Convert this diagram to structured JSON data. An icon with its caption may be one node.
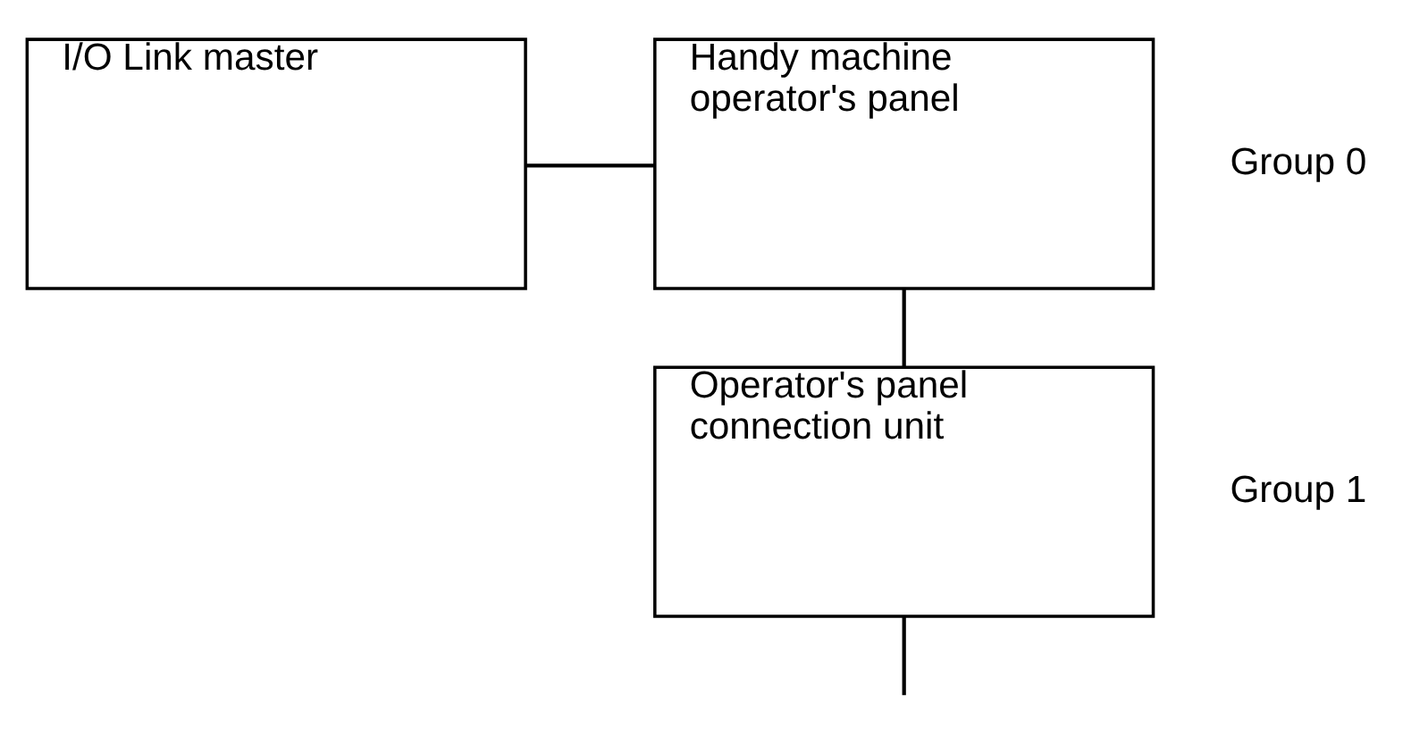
{
  "diagram": {
    "nodes": [
      {
        "text": [
          "I/O Link master"
        ]
      },
      {
        "text": [
          "Handy machine operator's panel"
        ],
        "beside": [
          "Group 0"
        ]
      },
      {
        "text": [
          "Operator's panel connection unit"
        ],
        "beside": [
          "Group 1"
        ]
      }
    ],
    "edges": [
      {
        "from": 0,
        "to": 1,
        "arrow": "none"
      },
      {
        "from": 1,
        "to": 2,
        "arrow": "none"
      },
      {
        "from": 2,
        "to": null,
        "arrow": "none"
      }
    ]
  }
}
